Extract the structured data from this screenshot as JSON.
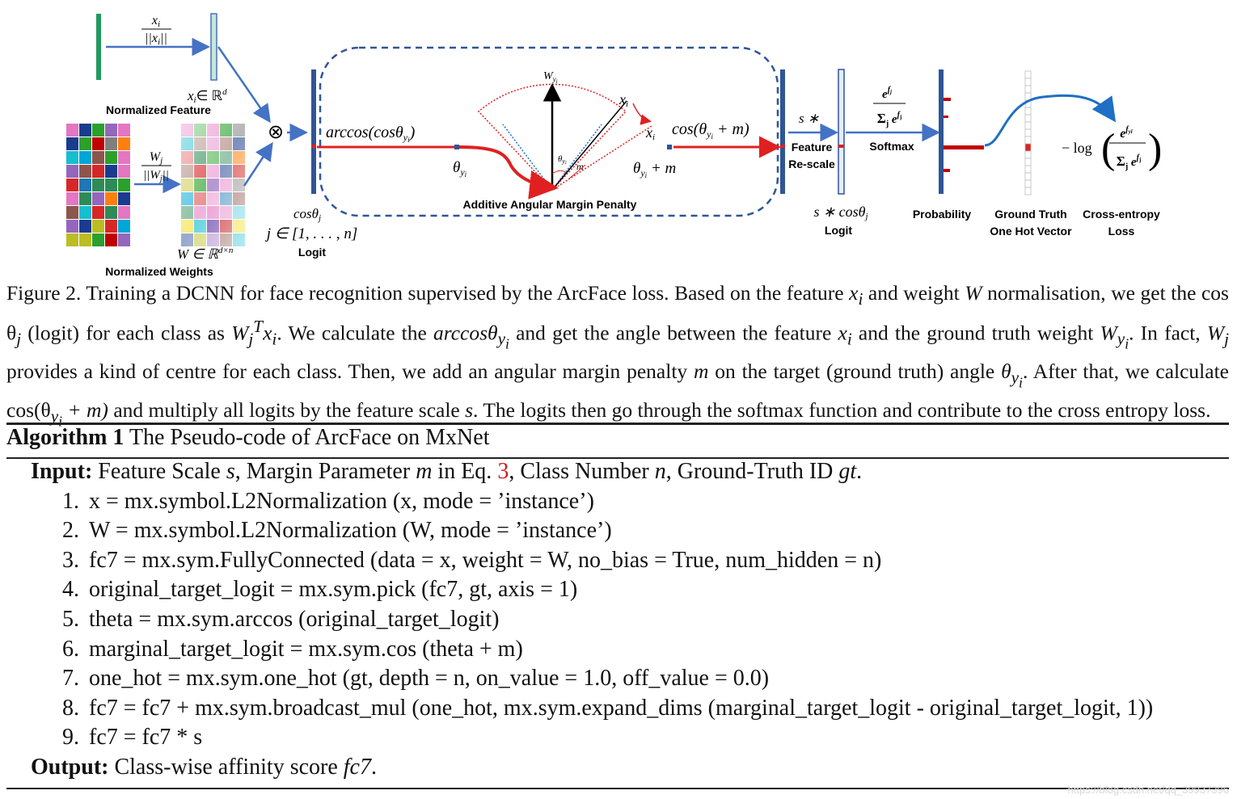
{
  "figure": {
    "frac_num": "x",
    "frac_num_sub": "i",
    "frac_den": "||x",
    "frac_den_sub": "i",
    "frac_den_end": "||",
    "feat_domain": "x",
    "feat_domain_sub": "i",
    "feat_domain_rest": "∈ ℝ",
    "feat_domain_sup": "d",
    "normalized_feature": "Normalized Feature",
    "w_frac_num": "W",
    "w_frac_num_sub": "j",
    "w_frac_den": "||W",
    "w_frac_den_sub": "j",
    "w_frac_den_end": "||",
    "w_domain": "W ∈ ℝ",
    "w_domain_sup": "d×n",
    "normalized_weights": "Normalized Weights",
    "otimes": "⊗",
    "arccos_label": "arccos(cosθ",
    "arccos_sub": "y",
    "arccos_subsub": "i",
    "arccos_end": ")",
    "theta_label": "θ",
    "theta_sub": "y",
    "theta_subsub": "i",
    "w_yi": "W",
    "w_yi_sub": "y",
    "w_yi_subsub": "i",
    "xi_top": "x",
    "xi_top_sub": "i",
    "xi_mid": "x",
    "xi_mid_sub": "i",
    "theta_small": "θ",
    "theta_small_sub": "y",
    "theta_small_subsub": "i",
    "m_small": "m",
    "theta_m": "θ",
    "theta_m_sub": "y",
    "theta_m_subsub": "i",
    "theta_m_end": " + m",
    "additive_penalty": "Additive Angular Margin Penalty",
    "cos_label": "cos(θ",
    "cos_sub": "y",
    "cos_subsub": "i",
    "cos_end": " + m)",
    "cos_theta_j": "cosθ",
    "cos_theta_j_sub": "j",
    "j_range": "j ∈ [1, . . . , n]",
    "logit1": "Logit",
    "s_star": "s ∗",
    "feature": "Feature",
    "rescale": "Re-scale",
    "s_cos": "s ∗ cosθ",
    "s_cos_sub": "j",
    "logit2": "Logit",
    "softmax_num": "e",
    "softmax_num_sup": "f",
    "softmax_num_supsub": "j",
    "softmax_den": "Σ",
    "softmax_den_sub": "j",
    "softmax_den_e": " e",
    "softmax_den_sup": "f",
    "softmax_den_supsub": "j",
    "softmax": "Softmax",
    "probability": "Probability",
    "ground_truth": "Ground Truth",
    "one_hot_vector": "One Hot Vector",
    "neg_log": "− log",
    "loss_num": "e",
    "loss_num_sup": "f",
    "loss_num_supsub": "yi",
    "loss_den": "Σ",
    "loss_den_sub": "j",
    "loss_den_e": " e",
    "loss_den_sup": "f",
    "loss_den_supsub": "j",
    "cross_entropy": "Cross-entropy",
    "loss": "Loss"
  },
  "caption": {
    "p1": "Figure 2. Training a DCNN for face recognition supervised by the ArcFace loss. Based on the feature ",
    "m1": "x",
    "m1s": "i",
    "p2": " and weight ",
    "m2": "W",
    "p3": " normalisation, we get the ",
    "m3": "cos θ",
    "m3s": "j",
    "p4": " (logit) for each class as ",
    "m4": "W",
    "m4s": "j",
    "m4sup": "T",
    "m4b": "x",
    "m4bs": "i",
    "p5": ". We calculate the ",
    "m5": "arccosθ",
    "m5s": "y",
    "m5ss": "i",
    "p6": " and get the angle between the feature ",
    "m6": "x",
    "m6s": "i",
    "p7": " and the ground truth weight ",
    "m7": "W",
    "m7s": "y",
    "m7ss": "i",
    "p8": ". In fact, ",
    "m8": "W",
    "m8s": "j",
    "p9": " provides a kind of centre for each class. Then, we add an angular margin penalty ",
    "m9": "m",
    "p10": " on the target (ground truth) angle ",
    "m10": "θ",
    "m10s": "y",
    "m10ss": "i",
    "p11": ". After that, we calculate ",
    "m11a": "cos(θ",
    "m11s": "y",
    "m11ss": "i",
    "m11b": " + m)",
    "p12": " and multiply all logits by the feature scale ",
    "m12": "s",
    "p13": ". The logits then go through the softmax function and contribute to the cross entropy loss."
  },
  "algorithm": {
    "title_bold": "Algorithm 1",
    "title_rest": " The Pseudo-code of ArcFace on MxNet",
    "input_label": "Input:",
    "input_a": " Feature Scale ",
    "input_s": "s",
    "input_b": ", Margin Parameter ",
    "input_m": "m",
    "input_c": " in Eq. ",
    "input_eq": "3",
    "input_d": ", Class Number ",
    "input_n": "n",
    "input_e": ", Ground-Truth ID ",
    "input_gt": "gt",
    "input_f": ".",
    "steps": [
      {
        "num": "1.",
        "text": "x = mx.symbol.L2Normalization (x, mode = ’instance’)"
      },
      {
        "num": "2.",
        "text": "W = mx.symbol.L2Normalization (W, mode = ’instance’)"
      },
      {
        "num": "3.",
        "text": "fc7 = mx.sym.FullyConnected (data = x, weight = W, no_bias = True, num_hidden = n)"
      },
      {
        "num": "4.",
        "text": "original_target_logit = mx.sym.pick (fc7, gt, axis = 1)"
      },
      {
        "num": "5.",
        "text": "theta = mx.sym.arccos (original_target_logit)"
      },
      {
        "num": "6.",
        "text": "marginal_target_logit = mx.sym.cos (theta + m)"
      },
      {
        "num": "7.",
        "text": "one_hot = mx.sym.one_hot (gt, depth = n, on_value = 1.0, off_value = 0.0)"
      },
      {
        "num": "8.",
        "text": "fc7 = fc7 + mx.sym.broadcast_mul (one_hot, mx.sym.expand_dims (marginal_target_logit - original_target_logit, 1))"
      },
      {
        "num": "9.",
        "text": "fc7 = fc7 * s"
      }
    ],
    "output_label": "Output:",
    "output_a": " Class-wise affinity score ",
    "output_fc7": "fc7",
    "output_b": "."
  },
  "watermark": "https://blog.csdn.net/qq_39937396"
}
